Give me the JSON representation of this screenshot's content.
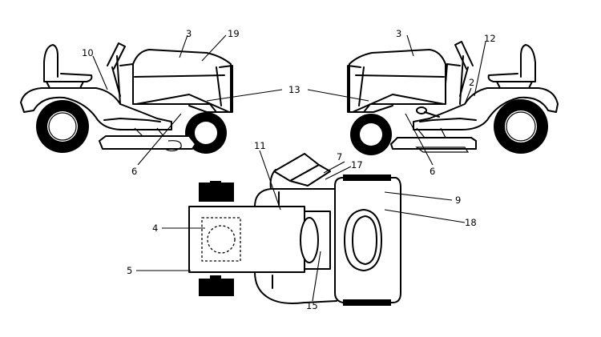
{
  "diagram": {
    "callouts": {
      "c2": "2",
      "c3a": "3",
      "c3b": "3",
      "c4": "4",
      "c5": "5",
      "c6a": "6",
      "c6b": "6",
      "c7": "7",
      "c9": "9",
      "c10": "10",
      "c11": "11",
      "c12": "12",
      "c13": "13",
      "c15": "15",
      "c17": "17",
      "c18": "18",
      "c19": "19"
    }
  }
}
